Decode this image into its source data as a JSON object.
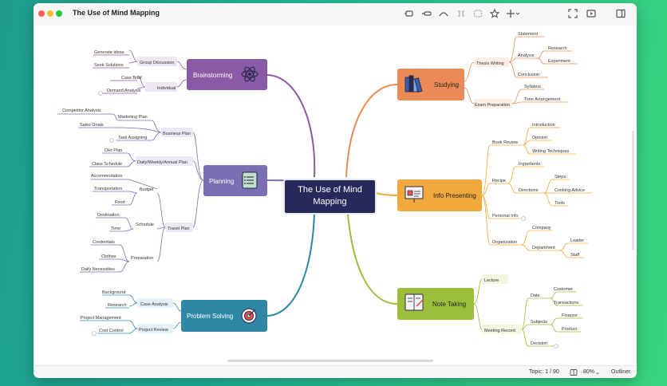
{
  "window": {
    "title": "The Use of Mind Mapping"
  },
  "statusbar": {
    "topic": "Topic: 1 / 90",
    "zoom": "80%",
    "outliner": "Outliner"
  },
  "mindmap": {
    "central": {
      "line1": "The Use of Mind",
      "line2": "Mapping",
      "color": "#27295c"
    },
    "brainstorming": {
      "title": "Brainstorming",
      "color": "#8a5aa6",
      "group_discussion": "Group Discussion",
      "generate_ideas": "Generate ideas",
      "seek_solutions": "Seek Solutions",
      "individual": "Individual",
      "case_brief": "Case Brief",
      "demand_analysis": "Demand Analysis"
    },
    "planning": {
      "title": "Planning",
      "color": "#7a6fb3",
      "business_plan": "Business Plan",
      "marketing_plan": "Marketing Plan",
      "competitor_analysis": "Competitor Analysis",
      "sales_goals": "Sales Goals",
      "task_assigning": "Task Assigning",
      "daily_plan": "Daily/Weekly/Annual Plan",
      "diet_plan": "Diet Plan",
      "class_schedule": "Class Schedule",
      "travel_plan": "Travel Plan",
      "budget": "Budget",
      "accommodation": "Accommodation",
      "transportation": "Transportation",
      "food": "Food",
      "schedule": "Schedule",
      "destination": "Destination",
      "time": "Time",
      "preparation": "Preparation",
      "credentials": "Credentials",
      "clothes": "Clothes",
      "daily_necessities": "Daily Necessities"
    },
    "problem_solving": {
      "title": "Problem Solving",
      "color": "#2f87a8",
      "case_analysis": "Case Analysis",
      "background": "Background",
      "research": "Research",
      "project_review": "Project Review",
      "project_management": "Project Management",
      "cost_control": "Cost Control"
    },
    "studying": {
      "title": "Studying",
      "color": "#ec8a55",
      "thesis_writing": "Thesis Writing",
      "statement": "Statement",
      "analysis": "Analysis",
      "research": "Research",
      "experiment": "Experiment",
      "conclusion": "Conclusion",
      "exam_preparation": "Exam Preparation",
      "syllabus": "Syllabus",
      "time_arrangement": "Time Arrangement"
    },
    "info_presenting": {
      "title": "Info Presenting",
      "color": "#f2a93b",
      "book_review": "Book Review",
      "introduction": "Introduction",
      "opinion": "Opinion",
      "writing_techniques": "Writing Techniques",
      "recipe": "Recipe",
      "ingredients": "Ingredients",
      "directions": "Directions",
      "steps": "Steps",
      "cooking_advice": "Cooking Advice",
      "tools": "Tools",
      "personal_info": "Personal Info",
      "organization": "Organization",
      "company": "Company",
      "department": "Department",
      "leader": "Leader",
      "staff": "Staff"
    },
    "note_taking": {
      "title": "Note Taking",
      "color": "#9bbf3a",
      "lecture": "Lecture",
      "meeting_record": "Meeting Record",
      "date": "Date",
      "customer": "Customer",
      "transactions": "Transactions",
      "subjects": "Subjects",
      "finance": "Finance",
      "product": "Product",
      "decision": "Decision"
    }
  }
}
